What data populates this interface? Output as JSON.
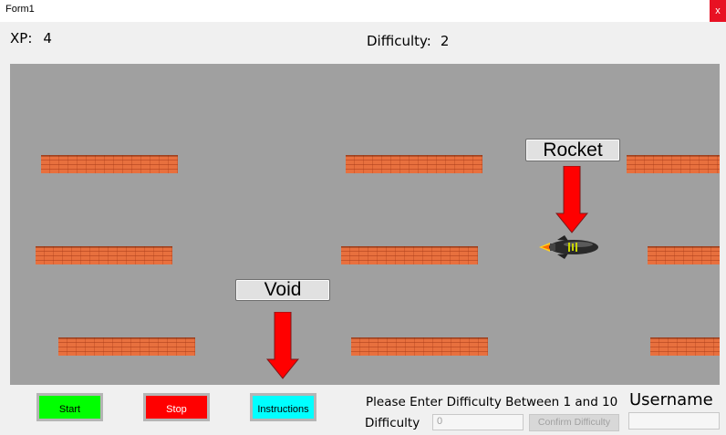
{
  "window": {
    "title": "Form1",
    "close_label": "x"
  },
  "stats": {
    "xp_label": "XP:",
    "xp_value": "4",
    "difficulty_label": "Difficulty:",
    "difficulty_value": "2"
  },
  "game": {
    "rocket_label": "Rocket",
    "void_label": "Void"
  },
  "controls": {
    "start_label": "Start",
    "stop_label": "Stop",
    "instructions_label": "Instructions",
    "prompt": "Please Enter Difficulty Between 1 and 10",
    "difficulty_label": "Difficulty",
    "difficulty_placeholder": "0",
    "confirm_label": "Confirm Difficulty",
    "username_label": "Username",
    "username_value": ""
  },
  "colors": {
    "game_bg": "#a0a0a0",
    "brick": "#e8703e",
    "arrow": "#ff0000",
    "start_btn": "#00ff00",
    "stop_btn": "#ff0000",
    "instructions_btn": "#00ffff",
    "close_btn": "#e81123"
  }
}
